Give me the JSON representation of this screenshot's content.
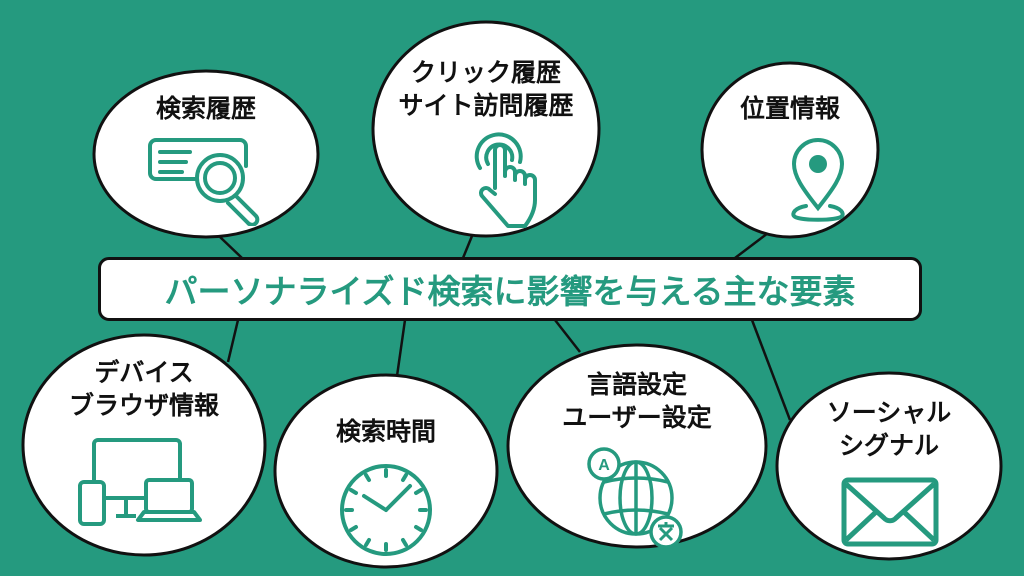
{
  "title": "パーソナライズド検索に影響を与える主な要素",
  "colors": {
    "background": "#259a7f",
    "accent": "#259a7f",
    "outline": "#111111"
  },
  "factors": [
    {
      "lines": [
        "検索履歴"
      ],
      "icon": "search-document-icon"
    },
    {
      "lines": [
        "クリック履歴",
        "サイト訪問履歴"
      ],
      "icon": "tap-hand-icon"
    },
    {
      "lines": [
        "位置情報"
      ],
      "icon": "location-pin-icon"
    },
    {
      "lines": [
        "デバイス",
        "ブラウザ情報"
      ],
      "icon": "devices-icon"
    },
    {
      "lines": [
        "検索時間"
      ],
      "icon": "clock-icon"
    },
    {
      "lines": [
        "言語設定",
        "ユーザー設定"
      ],
      "icon": "globe-translate-icon"
    },
    {
      "lines": [
        "ソーシャル",
        "シグナル"
      ],
      "icon": "envelope-icon"
    }
  ]
}
